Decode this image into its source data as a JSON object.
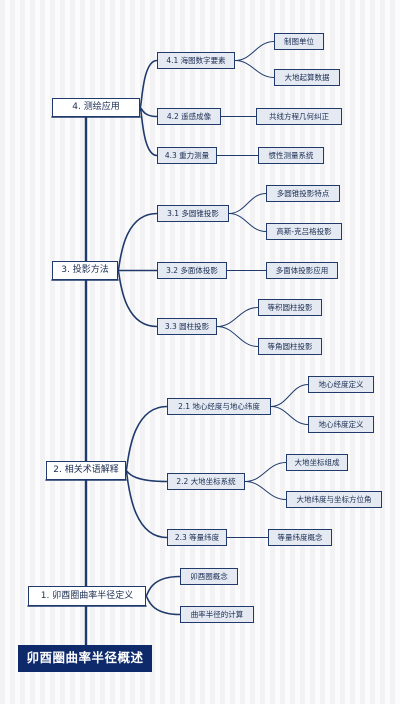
{
  "root": {
    "label": "卯酉圈曲率半径概述"
  },
  "branches": [
    {
      "label": "4. 测绘应用",
      "children": [
        {
          "label": "4.1 海图数字要素",
          "children": [
            "制图单位",
            "大地起算数据"
          ]
        },
        {
          "label": "4.2 遥感成像",
          "children": [
            "共线方程几何纠正"
          ]
        },
        {
          "label": "4.3 重力测量",
          "children": [
            "惯性测量系统"
          ]
        }
      ]
    },
    {
      "label": "3. 投影方法",
      "children": [
        {
          "label": "3.1 多圆锥投影",
          "children": [
            "多圆锥投影特点",
            "高斯-克吕格投影"
          ]
        },
        {
          "label": "3.2 多面体投影",
          "children": [
            "多面体投影应用"
          ]
        },
        {
          "label": "3.3 圆柱投影",
          "children": [
            "等积圆柱投影",
            "等角圆柱投影"
          ]
        }
      ]
    },
    {
      "label": "2. 相关术语解释",
      "children": [
        {
          "label": "2.1 地心经度与地心纬度",
          "children": [
            "地心经度定义",
            "地心纬度定义"
          ]
        },
        {
          "label": "2.2 大地坐标系统",
          "children": [
            "大地坐标组成",
            "大地纬度与坐标方位角"
          ]
        },
        {
          "label": "2.3 等量纬度",
          "children": [
            "等量纬度概念"
          ]
        }
      ]
    },
    {
      "label": "1. 卯酉圈曲率半径定义",
      "children": [
        {
          "label": "卯酉圈概念",
          "children": []
        },
        {
          "label": "曲率半径的计算",
          "children": []
        }
      ]
    }
  ],
  "colors": {
    "line": "#1f3a6b",
    "root_fill": "#0e2a6b",
    "node_fill": "#e4e9f2"
  }
}
